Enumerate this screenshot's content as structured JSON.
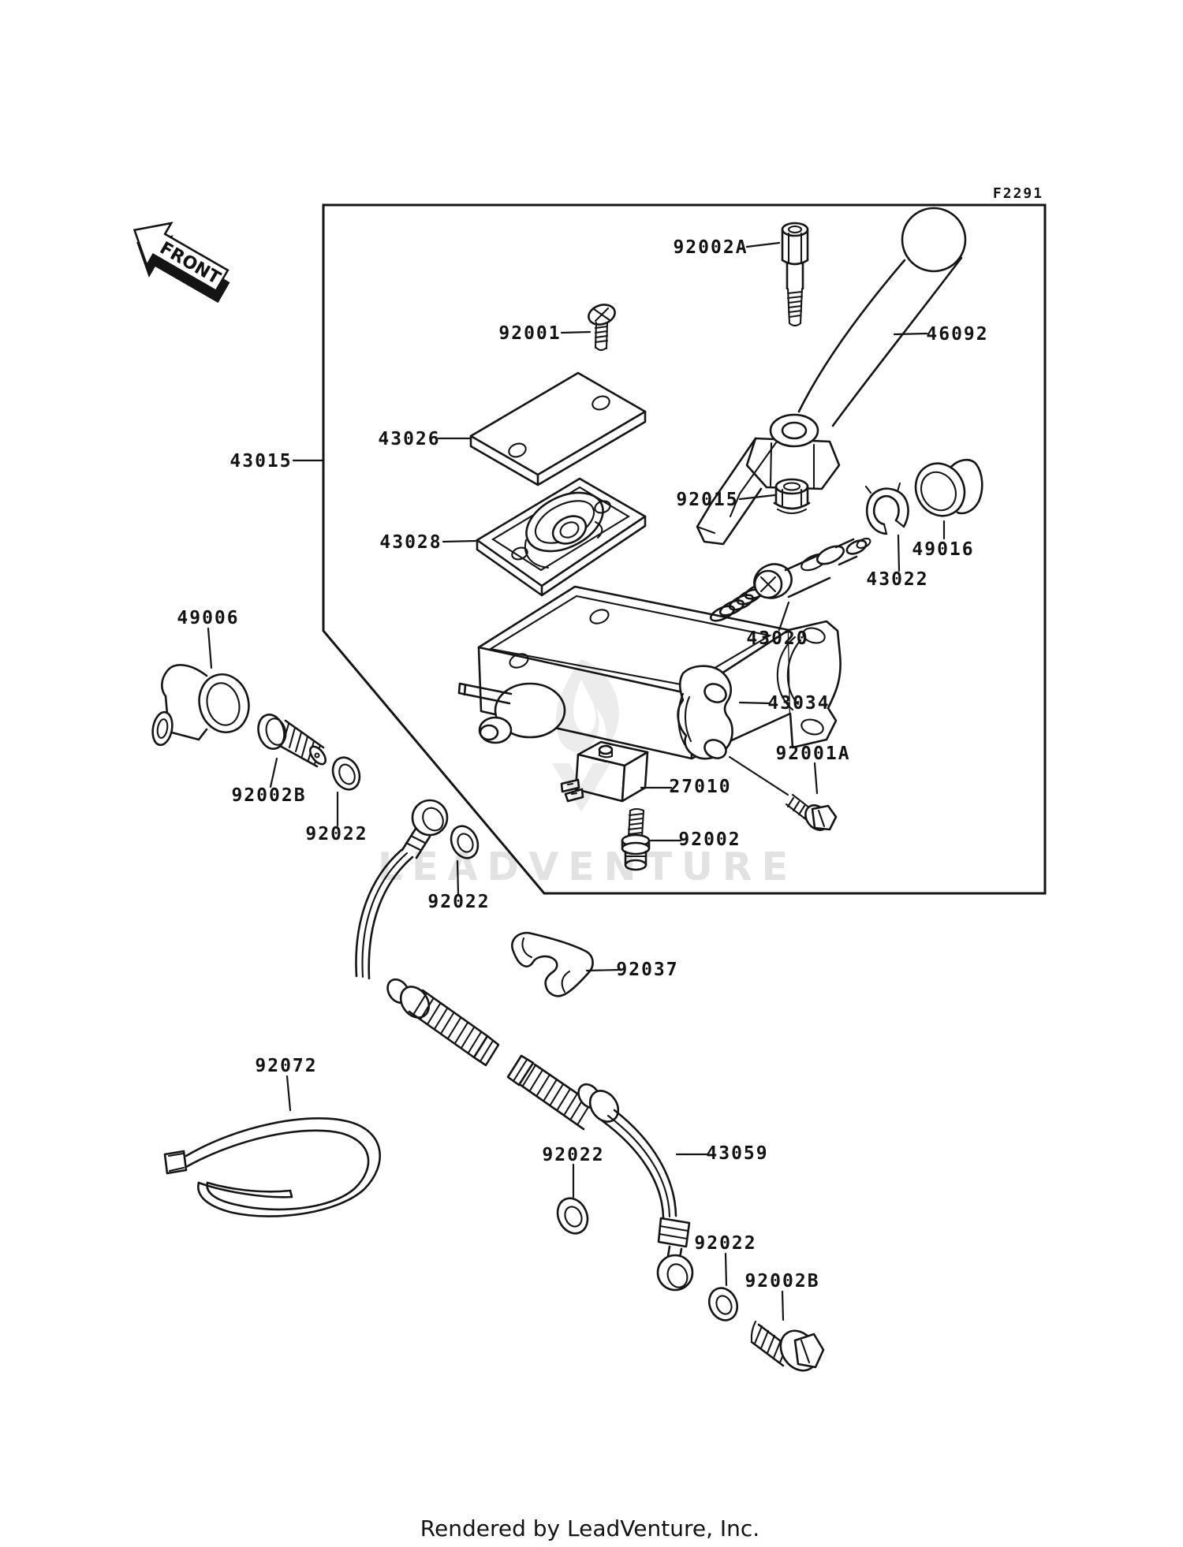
{
  "page": {
    "figure_code": "F2291",
    "front_arrow_label": "FRONT",
    "watermark_text": "LEADVENTURE",
    "footer_text": "Rendered by LeadVenture, Inc.",
    "background_color": "#ffffff",
    "line_color": "#151515",
    "watermark_color": "#e2e2e2"
  },
  "diagram": {
    "type": "exploded-parts-diagram",
    "subject": "front master cylinder assembly"
  },
  "part_labels": [
    {
      "part": "43015",
      "text": "43015"
    },
    {
      "part": "92002A",
      "text": "92002A"
    },
    {
      "part": "46092",
      "text": "46092"
    },
    {
      "part": "92001",
      "text": "92001"
    },
    {
      "part": "43026",
      "text": "43026"
    },
    {
      "part": "43028",
      "text": "43028"
    },
    {
      "part": "92015",
      "text": "92015"
    },
    {
      "part": "49016",
      "text": "49016"
    },
    {
      "part": "43022",
      "text": "43022"
    },
    {
      "part": "43020",
      "text": "43020"
    },
    {
      "part": "49006",
      "text": "49006"
    },
    {
      "part": "43034",
      "text": "43034"
    },
    {
      "part": "92001A",
      "text": "92001A"
    },
    {
      "part": "92002B",
      "text": "92002B"
    },
    {
      "part": "92022",
      "text": "92022"
    },
    {
      "part": "27010",
      "text": "27010"
    },
    {
      "part": "92002",
      "text": "92002"
    },
    {
      "part": "92022",
      "text": "92022"
    },
    {
      "part": "92037",
      "text": "92037"
    },
    {
      "part": "92072",
      "text": "92072"
    },
    {
      "part": "92022",
      "text": "92022"
    },
    {
      "part": "43059",
      "text": "43059"
    },
    {
      "part": "92022",
      "text": "92022"
    },
    {
      "part": "92002B",
      "text": "92002B"
    }
  ]
}
